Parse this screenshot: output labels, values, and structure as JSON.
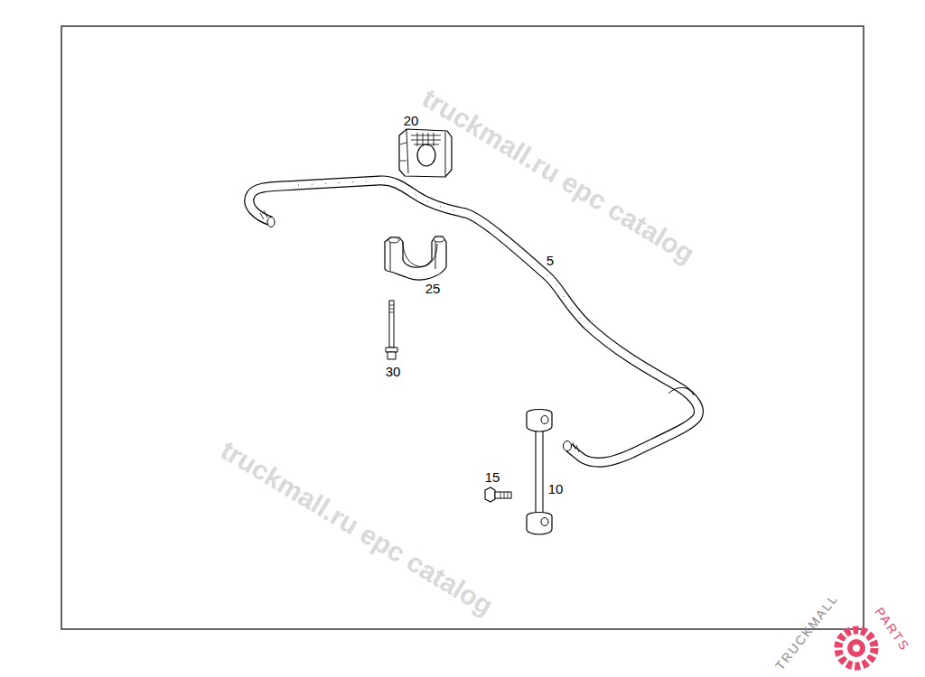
{
  "diagram": {
    "labels": [
      "20",
      "5",
      "25",
      "30",
      "15",
      "10",
      "truckmall.ru epc catalog",
      "truckmall.ru epc catalog",
      "TRUCKMALL",
      "PARTS"
    ]
  }
}
